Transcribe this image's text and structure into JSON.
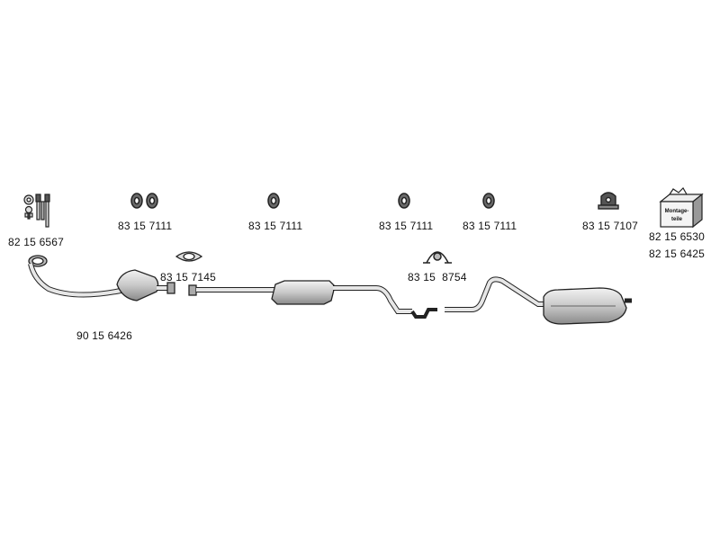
{
  "parts": {
    "bolt_kit": "82 15 6567",
    "hanger_1": "83 15 7111",
    "hanger_2": "83 15 7111",
    "hanger_3": "83 15 7111",
    "hanger_4": "83 15 7111",
    "hanger_5": "83 15 7107",
    "gasket": "83 15 7145",
    "clamp": "83 15  8754",
    "catalyst_pipe": "90 15 6426",
    "mount_kit_a": "82 15 6530",
    "mount_kit_b": "82 15 6425"
  },
  "box_label": "Montage-teile",
  "colors": {
    "line": "#222222",
    "part_fill": "#d8d8d8",
    "part_shade": "#9a9a9a"
  }
}
